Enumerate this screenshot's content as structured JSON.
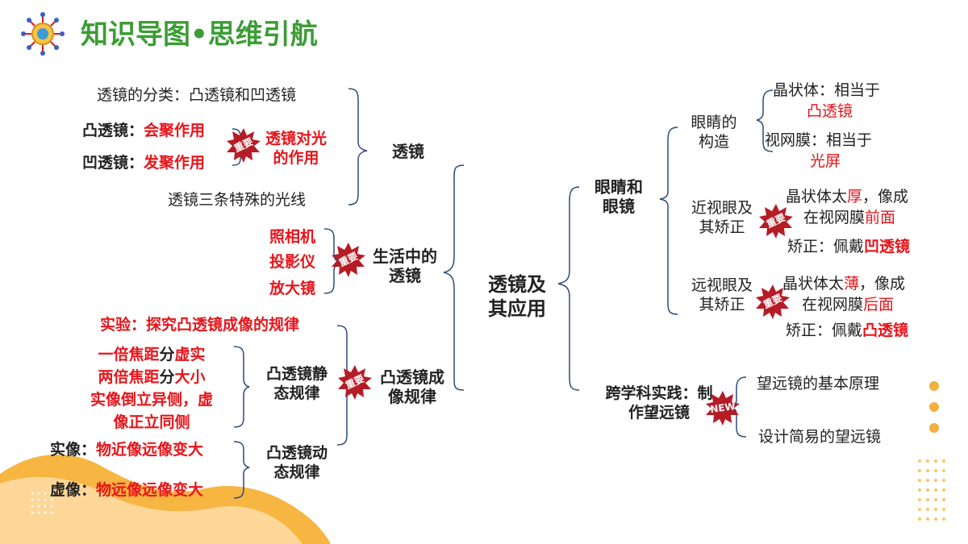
{
  "header": {
    "title": "知识导图•思维引航",
    "icon": "brain-gear-icon"
  },
  "colors": {
    "accent_red": "#e8141a",
    "title_green": "#3b9d34",
    "orange": "#f4a623",
    "badge_red": "#b51c26"
  },
  "badges": {
    "important": "重要",
    "new": "NEW"
  },
  "center": {
    "line1": "透镜及",
    "line2": "其应用"
  },
  "lens": {
    "label": "透镜",
    "classification": "透镜的分类：凸透镜和凹透镜",
    "convex_name": "凸透镜：",
    "convex_effect": "会聚作用",
    "concave_name": "凹透镜：",
    "concave_effect": "发聚作用",
    "effect_label_1": "透镜对光",
    "effect_label_2": "的作用",
    "three_rays": "透镜三条特殊的光线"
  },
  "life": {
    "label_1": "生活中的",
    "label_2": "透镜",
    "items": [
      "照相机",
      "投影仪",
      "放大镜"
    ]
  },
  "imaging": {
    "label_1": "凸透镜成",
    "label_2": "像规律",
    "experiment": "实验：探究凸透镜成像的规律",
    "static_label_1": "凸透镜静",
    "static_label_2": "态规律",
    "static_1a": "一倍焦距",
    "static_1b": "分",
    "static_1c": "虚实",
    "static_2a": "两倍焦距",
    "static_2b": "分",
    "static_2c": "大小",
    "static_3": "实像倒立异侧，虚",
    "static_4": "像正立同侧",
    "dynamic_label_1": "凸透镜动",
    "dynamic_label_2": "态规律",
    "real_name": "实像：",
    "real_rule": "物近像远像变大",
    "virtual_name": "虚像：",
    "virtual_rule": "物远像远像变大"
  },
  "eye": {
    "label_1": "眼睛和",
    "label_2": "眼镜",
    "structure_1": "眼睛的",
    "structure_2": "构造",
    "crystal": "晶状体：相当于",
    "crystal_eq": "凸透镜",
    "retina": "视网膜：相当于",
    "retina_eq": "光屏",
    "myopia_1": "近视眼及",
    "myopia_2": "其矫正",
    "myopia_a": "晶状体太",
    "myopia_b": "厚",
    "myopia_c": "，像成",
    "myopia_d": "在视网膜",
    "myopia_e": "前面",
    "myopia_fix_a": "矫正：佩戴",
    "myopia_fix_b": "凹透镜",
    "hyper_1": "远视眼及",
    "hyper_2": "其矫正",
    "hyper_a": "晶状体太",
    "hyper_b": "薄",
    "hyper_c": "，像成",
    "hyper_d": "在视网膜",
    "hyper_e": "后面",
    "hyper_fix_a": "矫正：佩戴",
    "hyper_fix_b": "凸透镜"
  },
  "cross": {
    "label_1": "跨学科实践：制",
    "label_2": "作望远镜",
    "item_1": "望远镜的基本原理",
    "item_2": "设计简易的望远镜"
  }
}
